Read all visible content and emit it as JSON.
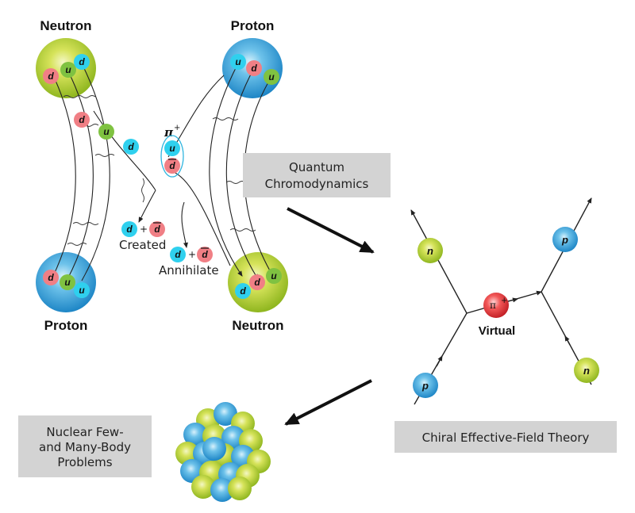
{
  "qcd_panel": {
    "top_left_label": "Neutron",
    "top_right_label": "Proton",
    "bottom_left_label": "Proton",
    "bottom_right_label": "Neutron",
    "pion_symbol": "π",
    "pion_charge": "+",
    "created_label": "Created",
    "annihilate_label": "Annihilate",
    "plus_sign": "+",
    "quarks": {
      "top_left": [
        "d",
        "u",
        "d"
      ],
      "top_right": [
        "u",
        "d",
        "u"
      ],
      "bottom_left": [
        "d",
        "u",
        "u"
      ],
      "bottom_right": [
        "d",
        "d",
        "u"
      ],
      "exchanged": [
        "d",
        "u",
        "d"
      ],
      "pion": [
        "u",
        "d"
      ],
      "created": [
        "d",
        "d"
      ],
      "annihilated": [
        "d",
        "d"
      ]
    }
  },
  "boxes": {
    "qcd": [
      "Quantum",
      "Chromodynamics"
    ],
    "chiral": "Chiral Effective-Field Theory",
    "nuclear": [
      "Nuclear Few-",
      "and Many-Body",
      "Problems"
    ]
  },
  "feynman": {
    "top_left": "n",
    "top_right": "p",
    "bottom_left": "p",
    "bottom_right": "n",
    "pion_symbol": "π",
    "pion_charge": "+",
    "virtual_label": "Virtual"
  },
  "colors": {
    "neutron_green": "#b8d12e",
    "proton_blue": "#3fa6da",
    "quark_d": "#f07f85",
    "quark_u_green": "#7fc241",
    "quark_u_cyan": "#2fd0ee",
    "box_gray": "#d3d3d3"
  }
}
